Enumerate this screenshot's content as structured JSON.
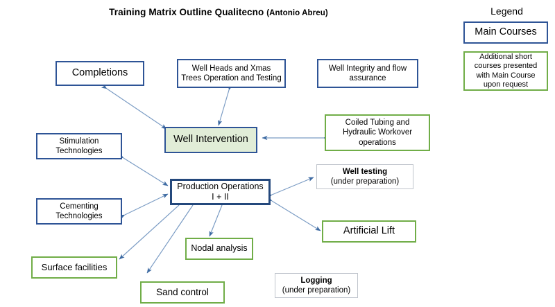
{
  "title": {
    "main": "Training Matrix  Outline Qualitecno",
    "author": "(Antonio Abreu)"
  },
  "legend": {
    "heading": "Legend",
    "main_courses_label": "Main Courses",
    "additional_label": "Additional short courses presented with Main Course upon request"
  },
  "colors": {
    "main_course_border": "#2E5496",
    "additional_course_border": "#70AD47",
    "under_preparation_border": "#BFC4CC",
    "well_intervention_fill": "#E1EDD7",
    "arrow": "#4472A8"
  },
  "nodes": {
    "completions": "Completions",
    "well_heads": "Well Heads and Xmas Trees Operation and Testing",
    "well_integrity": "Well Integrity and flow assurance",
    "coiled_tubing": "Coiled Tubing and Hydraulic Workover operations",
    "well_intervention": "Well Intervention",
    "stimulation": "Stimulation Technologies",
    "cementing": "Cementing Technologies",
    "production_operations": "Production Operations I + II",
    "well_testing_title": "Well testing",
    "well_testing_sub": "(under preparation)",
    "artificial_lift": "Artificial Lift",
    "nodal_analysis": "Nodal analysis",
    "surface_facilities": "Surface facilities",
    "sand_control": "Sand control",
    "logging_title": "Logging",
    "logging_sub": "(under preparation)"
  }
}
